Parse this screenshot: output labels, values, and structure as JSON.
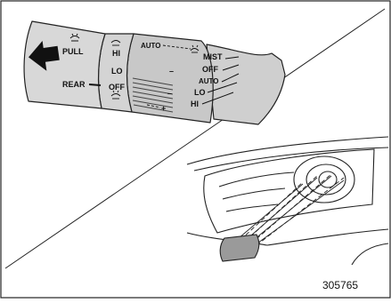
{
  "lever": {
    "pull": "PULL",
    "rear": "REAR",
    "rear_hi": "HI",
    "rear_lo": "LO",
    "rear_off": "OFF",
    "auto": "AUTO",
    "mist": "MIST",
    "front_off": "OFF",
    "front_auto": "AUTO",
    "front_lo": "LO",
    "front_hi": "HI",
    "minus": "–",
    "plus": "+"
  },
  "figure_id": "305765",
  "icons": [
    "washer-icon",
    "rear-wiper-icon",
    "front-wiper-icon",
    "pull-arrow-icon"
  ],
  "colors": {
    "lever_fill": "#cfcfcf",
    "sensor_fill": "#9a9a9a",
    "line": "#222222"
  }
}
